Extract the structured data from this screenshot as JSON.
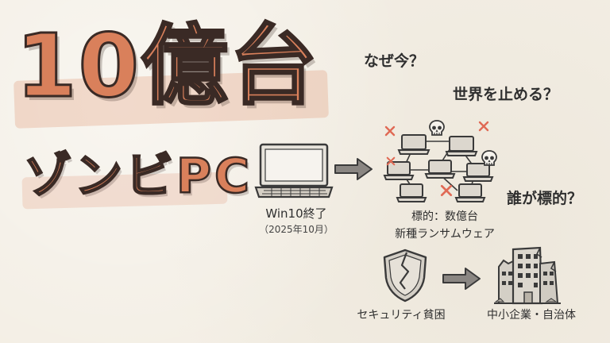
{
  "title": {
    "main": "10億台",
    "sub": "ゾンビPC"
  },
  "questions": {
    "why_now": "なぜ今？",
    "stop_world": "世界を止める？",
    "who_target": "誰が標的？"
  },
  "laptop_caption": {
    "line1": "Win10終了",
    "line2": "（2025年10月）"
  },
  "target_caption": {
    "line1": "標的：数億台",
    "line2": "新種ランサムウェア"
  },
  "security_caption": "セキュリティ貧困",
  "org_caption": "中小企業・自治体",
  "icons": [
    "laptop-icon",
    "arrow-right-icon",
    "network-icon",
    "skull-icon",
    "x-mark-icon",
    "cracked-shield-icon",
    "damaged-building-icon"
  ],
  "colors": {
    "background": "#f3eee4",
    "accent": "#d9805b",
    "ink": "#3a2a25",
    "x_mark": "#e06a55"
  }
}
